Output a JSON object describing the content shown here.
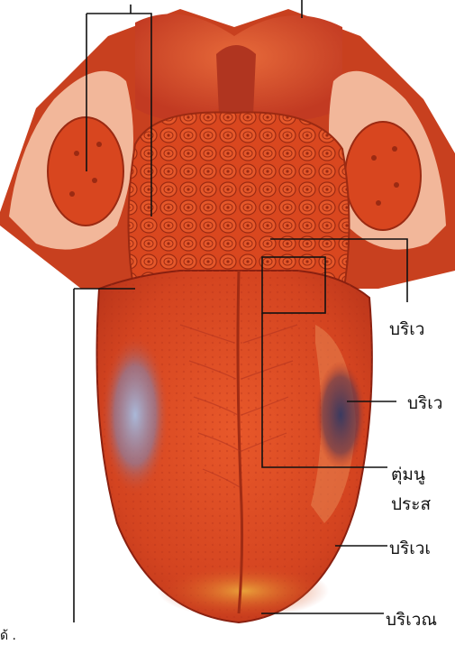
{
  "diagram": {
    "labels": [
      "บริเว",
      "บริเว",
      "ตุ่มนู",
      "ประส",
      "บริเวเ",
      "บริเวณ"
    ],
    "cut_off_bottom_text": "ด้ .   ",
    "colors": {
      "tongue": "#d9461e",
      "tongue_dark": "#b8301a",
      "papillae": "#e25a2e",
      "throat": "#c23a22",
      "outline": "#8a2010",
      "leader_line": "#111111"
    }
  }
}
